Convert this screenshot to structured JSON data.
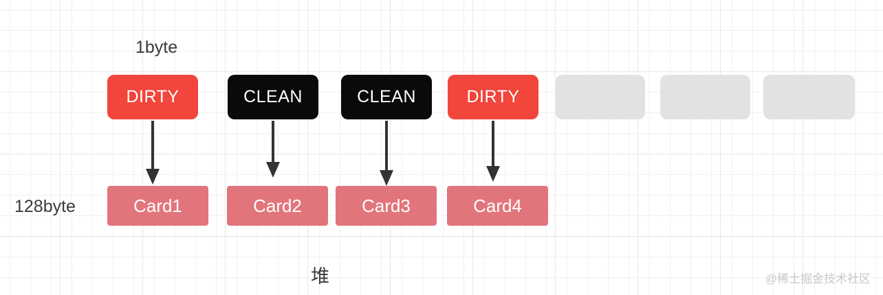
{
  "diagram": {
    "label_top": "1byte",
    "label_left": "128byte",
    "label_bottom": "堆",
    "watermark": "@稀土掘金技术社区",
    "top_row": [
      {
        "label": "DIRTY",
        "state": "dirty"
      },
      {
        "label": "CLEAN",
        "state": "clean"
      },
      {
        "label": "CLEAN",
        "state": "clean"
      },
      {
        "label": "DIRTY",
        "state": "dirty"
      },
      {
        "label": "",
        "state": "empty"
      },
      {
        "label": "",
        "state": "empty"
      },
      {
        "label": "",
        "state": "empty"
      }
    ],
    "cards": [
      {
        "label": "Card1"
      },
      {
        "label": "Card2"
      },
      {
        "label": "Card3"
      },
      {
        "label": "Card4"
      }
    ],
    "colors": {
      "dirty_red": "#f2453c",
      "clean_black": "#0a0a0a",
      "card_pink": "#e2757c",
      "empty_gray": "#e2e2e2",
      "arrow": "#333333",
      "grid_line": "#f0f0f0",
      "label_text": "#3a3a3a",
      "watermark_text": "#c9c9c9"
    }
  }
}
